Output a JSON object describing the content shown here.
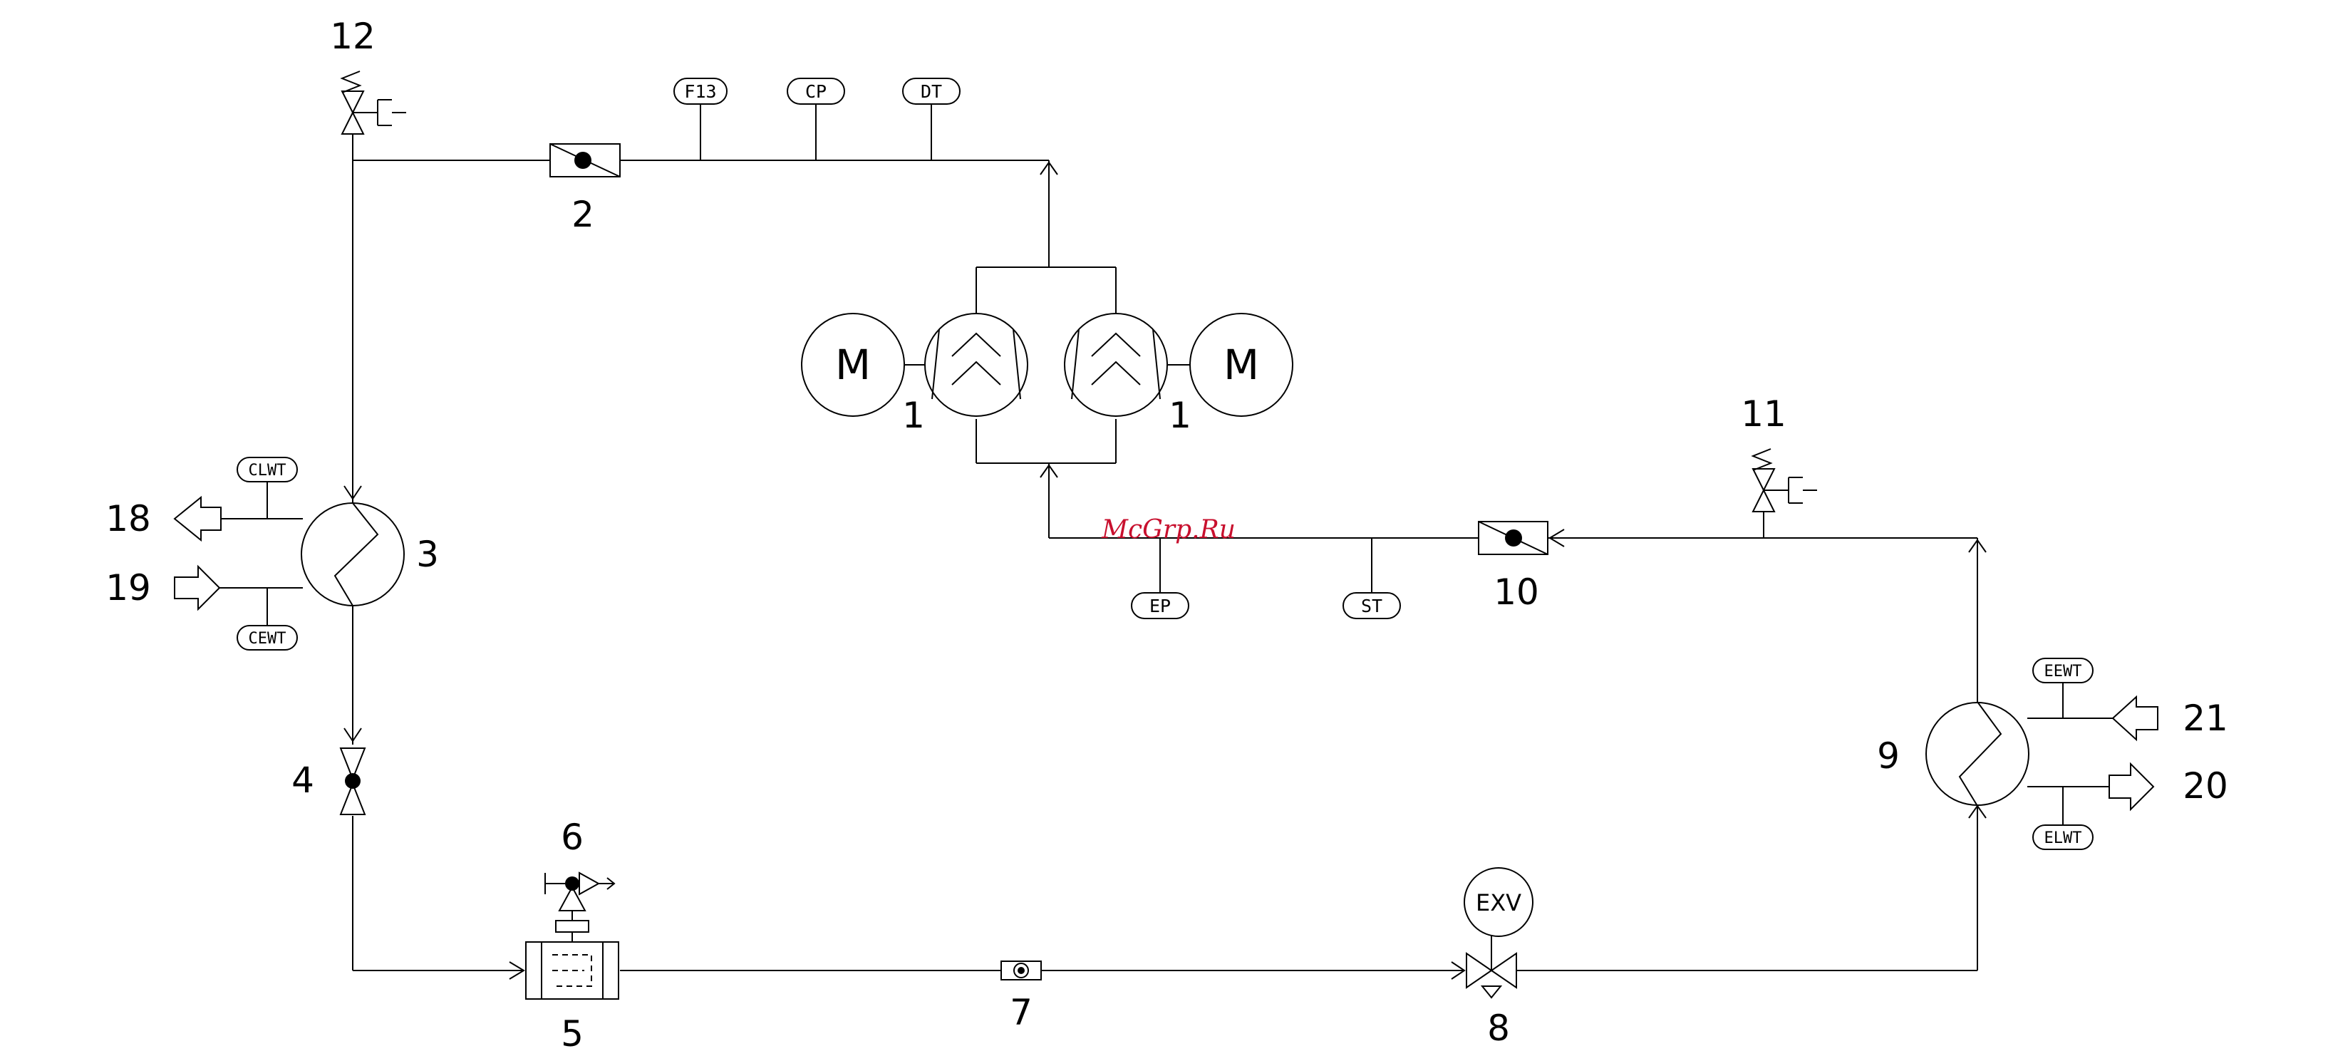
{
  "components": {
    "compressor_a": "1",
    "compressor_b": "1",
    "discharge_check_valve": "2",
    "condenser": "3",
    "liquid_shutoff_valve": "4",
    "filter_drier": "5",
    "charging_valve": "6",
    "sight_glass": "7",
    "expansion_valve": "8",
    "evaporator": "9",
    "suction_check_valve": "10",
    "low_side_relief_valve": "11",
    "high_side_relief_valve": "12",
    "condenser_water_out": "18",
    "condenser_water_in": "19",
    "evaporator_water_out": "20",
    "evaporator_water_in": "21"
  },
  "sensors": {
    "f13": "F13",
    "cp": "CP",
    "dt": "DT",
    "ep": "EP",
    "st": "ST",
    "clwt": "CLWT",
    "cewt": "CEWT",
    "eewt": "EEWT",
    "elwt": "ELWT"
  },
  "labels": {
    "motor_a": "M",
    "motor_b": "M",
    "exv": "EXV"
  },
  "watermark": "McGrp.Ru",
  "colors": {
    "line": "#000000",
    "watermark": "#c8102e"
  }
}
